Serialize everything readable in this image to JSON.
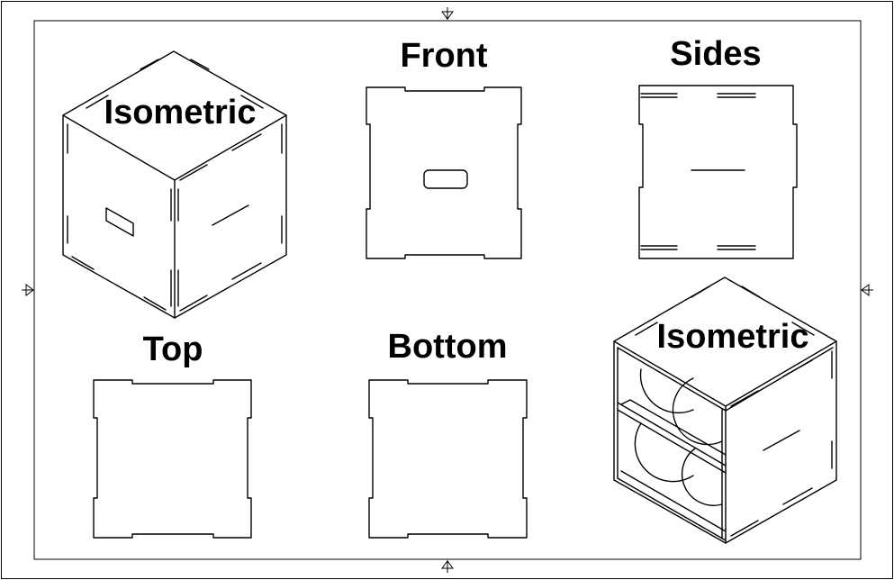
{
  "views": {
    "iso_top_left": "Isometric",
    "front": "Front",
    "sides": "Sides",
    "top": "Top",
    "bottom": "Bottom",
    "iso_bottom_right": "Isometric"
  }
}
